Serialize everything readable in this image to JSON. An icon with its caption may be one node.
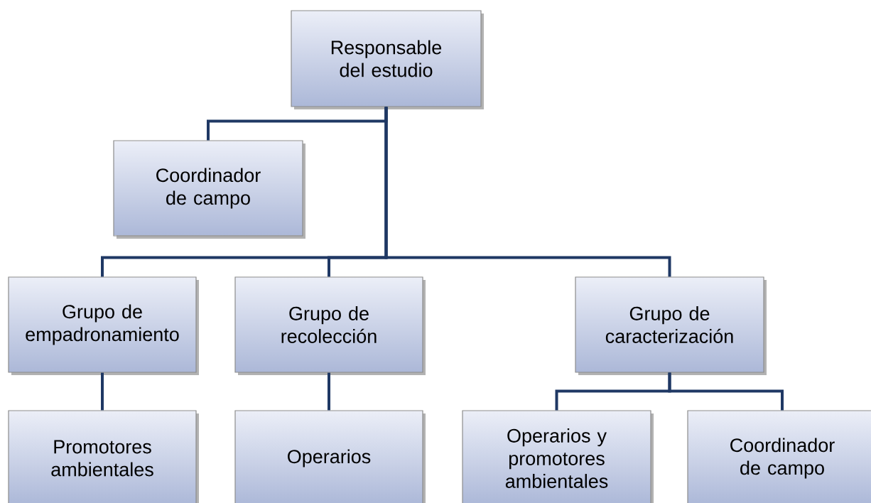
{
  "diagram": {
    "nodes": [
      {
        "text": [
          "Responsable del estudio"
        ]
      },
      {
        "text": [
          "Coordinador de campo"
        ]
      },
      {
        "text": [
          "Grupo de empadronamiento"
        ]
      },
      {
        "text": [
          "Grupo de recolección"
        ]
      },
      {
        "text": [
          "Grupo de caracterización"
        ]
      },
      {
        "text": [
          "Promotores ambientales"
        ]
      },
      {
        "text": [
          "Operarios"
        ]
      },
      {
        "text": [
          "Operarios y promotores ambientales"
        ]
      },
      {
        "text": [
          "Coordinador de campo"
        ]
      }
    ],
    "edges": [
      {
        "from": 0,
        "to": 1,
        "arrow": "none"
      },
      {
        "from": 0,
        "to": 2,
        "arrow": "none"
      },
      {
        "from": 0,
        "to": 3,
        "arrow": "none"
      },
      {
        "from": 0,
        "to": 4,
        "arrow": "none"
      },
      {
        "from": 2,
        "to": 5,
        "arrow": "none"
      },
      {
        "from": 3,
        "to": 6,
        "arrow": "none"
      },
      {
        "from": 4,
        "to": 7,
        "arrow": "none"
      },
      {
        "from": 4,
        "to": 8,
        "arrow": "none"
      }
    ]
  }
}
